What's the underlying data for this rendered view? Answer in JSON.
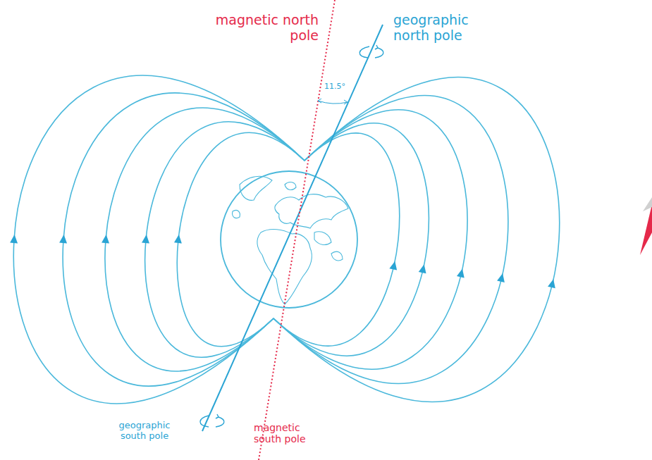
{
  "diagram": {
    "labels": [
      "magnetic north pole",
      "geographic north pole",
      "11.5°",
      "geographic south pole",
      "magnetic south pole"
    ]
  }
}
